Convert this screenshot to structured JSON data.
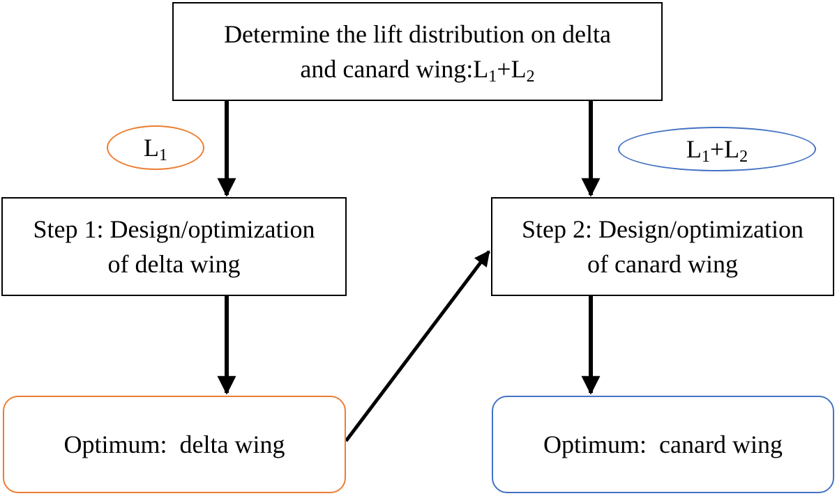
{
  "colors": {
    "orange": "#ED7D31",
    "blue": "#4472C4",
    "black": "#000000"
  },
  "top_box": {
    "line1": "Determine the lift distribution on delta",
    "line2_prefix": "and canard wing:L",
    "sub1": "1",
    "plus": "+L",
    "sub2": "2"
  },
  "left_label": {
    "letter": "L",
    "sub": "1"
  },
  "right_label": {
    "letter1": "L",
    "sub1": "1",
    "plus": "+L",
    "sub2": "2"
  },
  "step1": {
    "line1": "Step 1: Design/optimization",
    "line2": "of delta wing"
  },
  "step2": {
    "line1": "Step 2: Design/optimization",
    "line2": "of canard wing"
  },
  "optimum_left": {
    "label": "Optimum:  delta wing"
  },
  "optimum_right": {
    "label": "Optimum:  canard wing"
  }
}
